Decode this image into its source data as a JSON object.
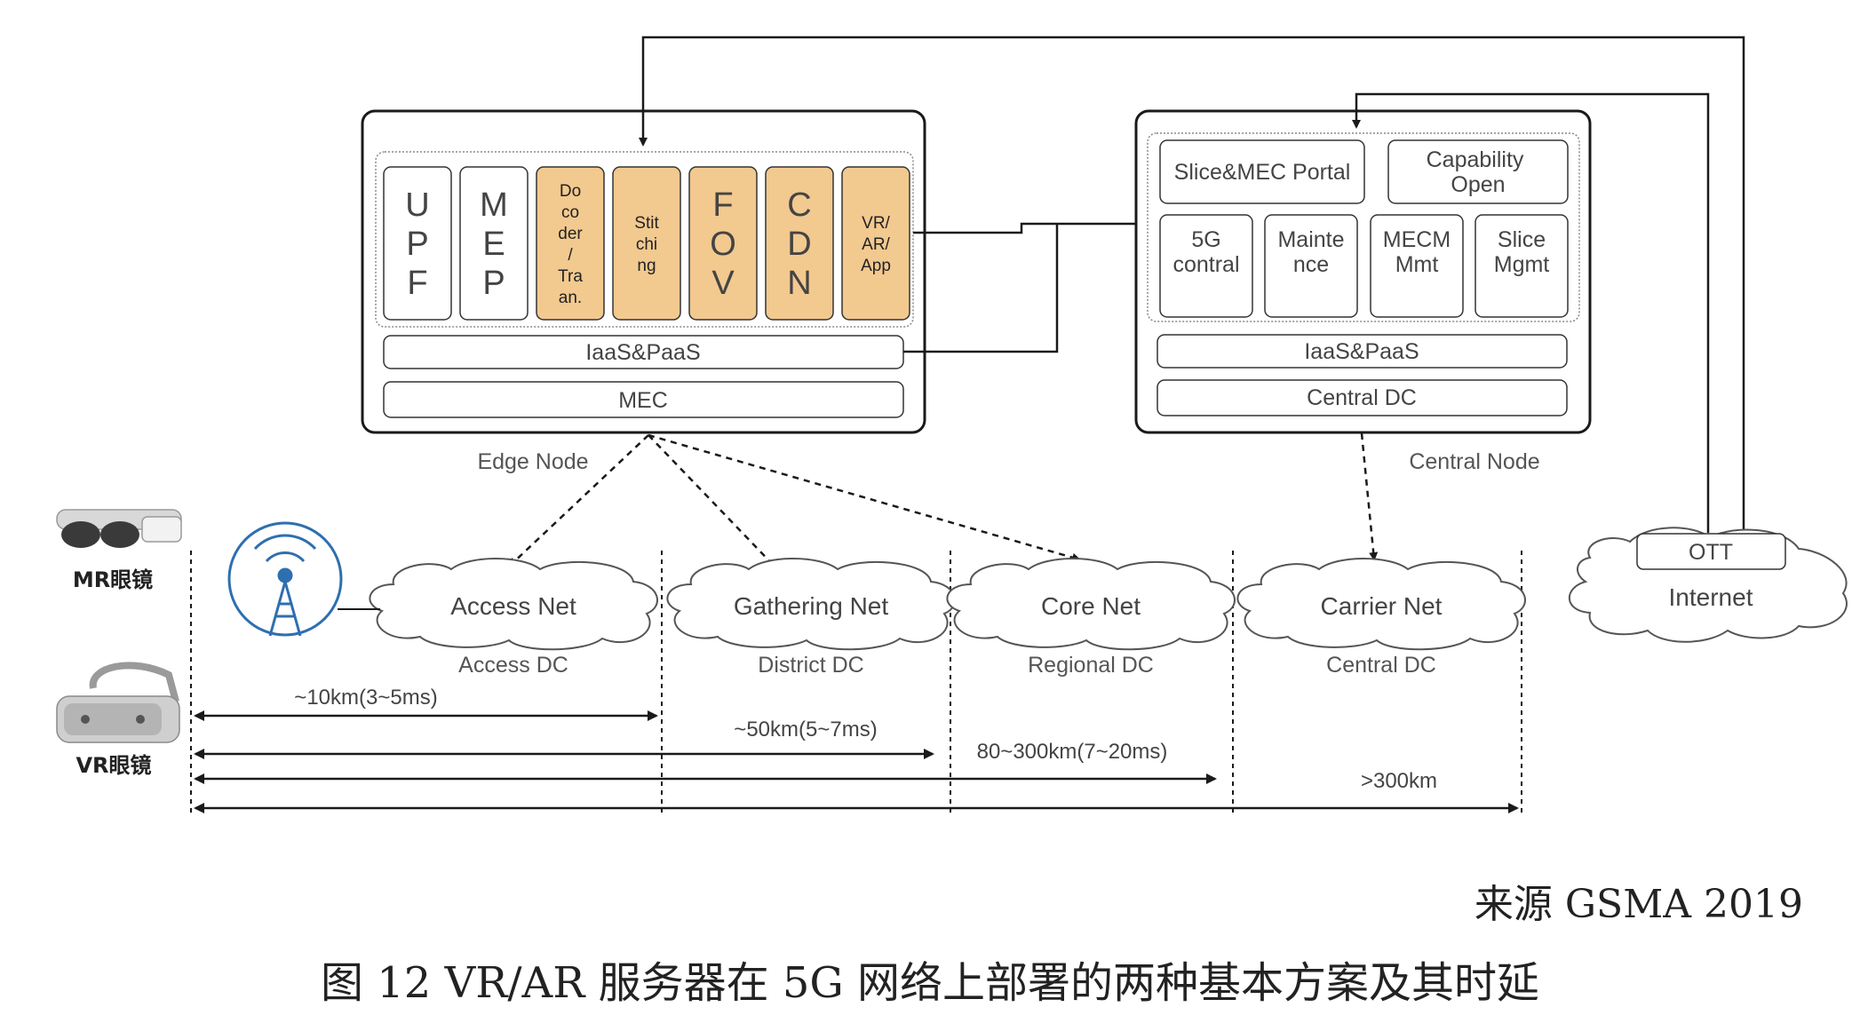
{
  "edge_node": {
    "label": "Edge Node",
    "modules": [
      {
        "lines": [
          "U",
          "P",
          "F"
        ],
        "highlight": false
      },
      {
        "lines": [
          "M",
          "E",
          "P"
        ],
        "highlight": false
      },
      {
        "lines": [
          "Do",
          "co",
          "der",
          "/",
          "Tra",
          "an."
        ],
        "highlight": true
      },
      {
        "lines": [
          "Stit",
          "chi",
          "ng"
        ],
        "highlight": true
      },
      {
        "lines": [
          "F",
          "O",
          "V"
        ],
        "highlight": true
      },
      {
        "lines": [
          "C",
          "D",
          "N"
        ],
        "highlight": true
      },
      {
        "lines": [
          "VR/",
          "AR/",
          "App"
        ],
        "highlight": true
      }
    ],
    "iaas": "IaaS&PaaS",
    "mec": "MEC"
  },
  "central_node": {
    "label": "Central Node",
    "portal": "Slice&MEC Portal",
    "capability": [
      "Capability",
      "Open"
    ],
    "modules": [
      [
        "5G",
        "contral"
      ],
      [
        "Mainte",
        "nce"
      ],
      [
        "MECM",
        "Mmt"
      ],
      [
        "Slice",
        "Mgmt"
      ]
    ],
    "iaas": "IaaS&PaaS",
    "dc": "Central DC"
  },
  "clouds": [
    {
      "name": "Access Net",
      "dc": "Access DC"
    },
    {
      "name": "Gathering Net",
      "dc": "District DC"
    },
    {
      "name": "Core Net",
      "dc": "Regional DC"
    },
    {
      "name": "Carrier Net",
      "dc": "Central DC"
    }
  ],
  "internet": {
    "ott": "OTT",
    "name": "Internet"
  },
  "devices": {
    "mr": "MR眼镜",
    "vr": "VR眼镜"
  },
  "distances": [
    "~10km(3~5ms)",
    "~50km(5~7ms)",
    "80~300km(7~20ms)",
    ">300km"
  ],
  "source": "来源 GSMA 2019",
  "caption": "图 12 VR/AR 服务器在 5G 网络上部署的两种基本方案及其时延",
  "colors": {
    "highlight": "#f2c98f",
    "line": "#1a1a1a"
  }
}
